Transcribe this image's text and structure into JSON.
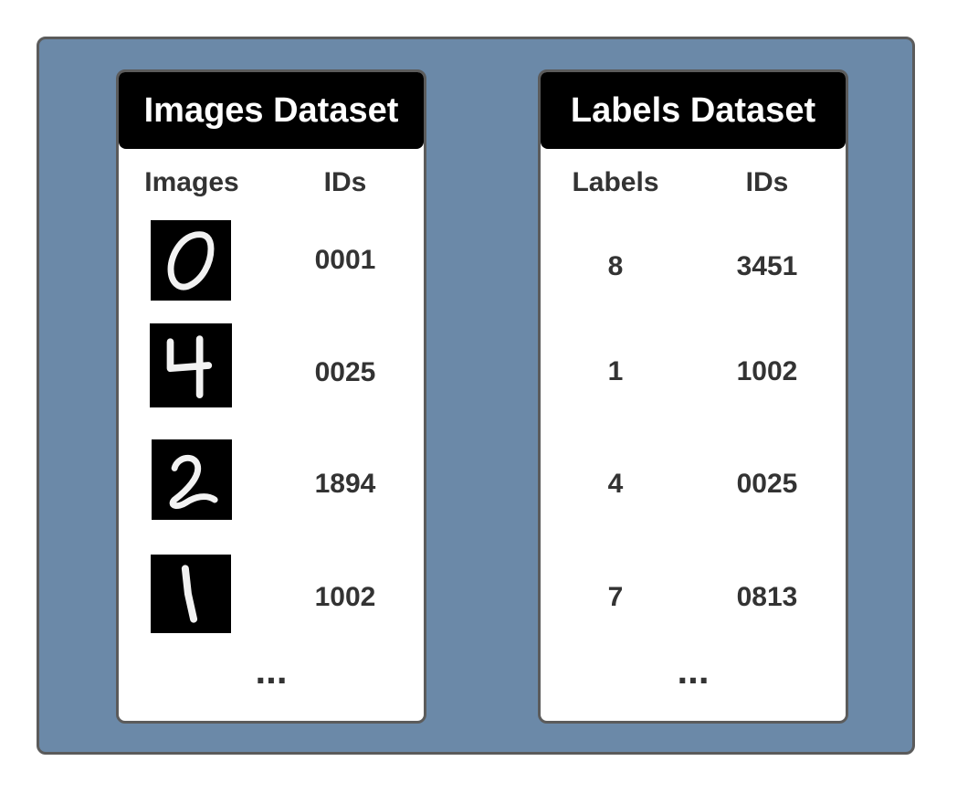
{
  "images_dataset": {
    "title": "Images Dataset",
    "col_images": "Images",
    "col_ids": "IDs",
    "rows": [
      {
        "digit": "0",
        "id": "0001"
      },
      {
        "digit": "4",
        "id": "0025"
      },
      {
        "digit": "2",
        "id": "1894"
      },
      {
        "digit": "1",
        "id": "1002"
      }
    ],
    "ellipsis": "..."
  },
  "labels_dataset": {
    "title": "Labels Dataset",
    "col_labels": "Labels",
    "col_ids": "IDs",
    "rows": [
      {
        "label": "8",
        "id": "3451"
      },
      {
        "label": "1",
        "id": "1002"
      },
      {
        "label": "4",
        "id": "0025"
      },
      {
        "label": "7",
        "id": "0813"
      }
    ],
    "ellipsis": "..."
  },
  "colors": {
    "background": "#6b89a8",
    "border": "#5b5b5b",
    "header": "#000000",
    "text": "#333333"
  }
}
